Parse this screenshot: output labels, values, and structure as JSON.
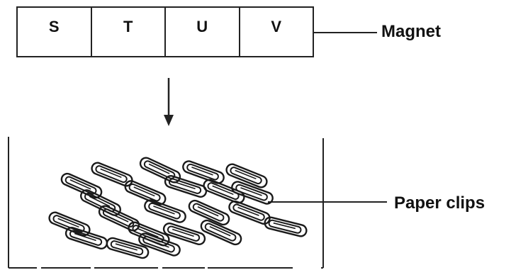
{
  "magnet": {
    "segments": [
      "S",
      "T",
      "U",
      "V"
    ],
    "label": "Magnet"
  },
  "clips": {
    "label": "Paper clips"
  }
}
